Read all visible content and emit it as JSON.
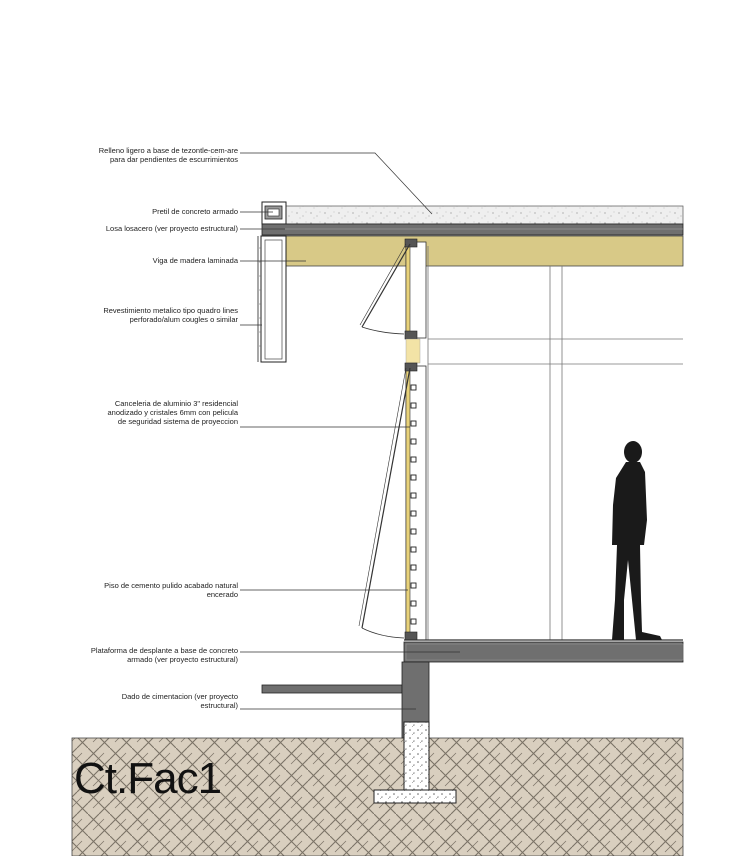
{
  "title": "Ct.Fac1",
  "labels": [
    {
      "id": "relleno",
      "lines": [
        "Relleno ligero a base de tezontle-cem-are",
        "para dar pendientes de escurrimientos"
      ]
    },
    {
      "id": "pretil",
      "lines": [
        "Pretil de concreto armado"
      ]
    },
    {
      "id": "losa",
      "lines": [
        "Losa losacero (ver proyecto estructural)"
      ]
    },
    {
      "id": "viga",
      "lines": [
        "Viga de madera laminada"
      ]
    },
    {
      "id": "revestimiento",
      "lines": [
        "Revestimiento metalico tipo quadro lines",
        "perforado/alum cougles o similar"
      ]
    },
    {
      "id": "canceleria",
      "lines": [
        "Canceleria de aluminio 3\" residencial",
        "anodizado y cristales 6mm con pelicula",
        "de seguridad sistema de proyeccion"
      ]
    },
    {
      "id": "piso",
      "lines": [
        "Piso de cemento pulido acabado natural",
        "encerado"
      ]
    },
    {
      "id": "plataforma",
      "lines": [
        "Plataforma de desplante a base de concreto",
        "armado (ver proyecto estructural)"
      ]
    },
    {
      "id": "dado",
      "lines": [
        "Dado de cimentacion (ver proyecto",
        "estructural)"
      ]
    }
  ],
  "colors": {
    "wood": "#d8c987",
    "steel": "#6f6f6f",
    "concrete_light": "#efefef",
    "soil": "#d9cfbf",
    "glass_frame": "#e8d27a",
    "silhouette": "#1a1a1a",
    "line": "#333333"
  }
}
